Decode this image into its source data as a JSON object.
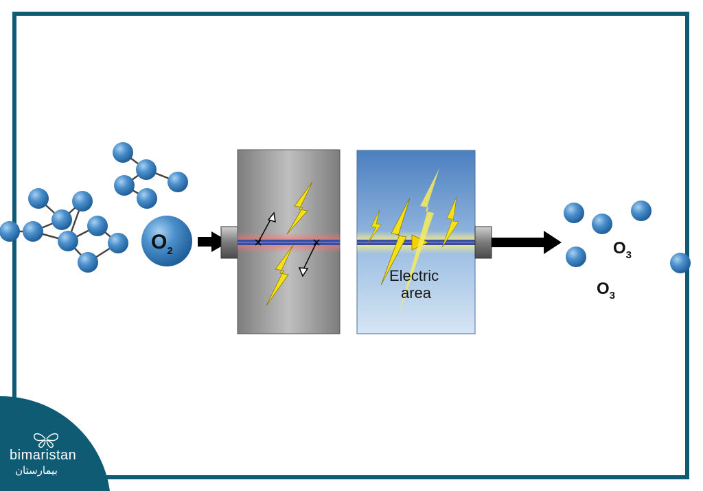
{
  "colors": {
    "frame": "#0f5b74",
    "molecule": "#3f85c4",
    "bolt": "#f5e11a",
    "chamber_gray": "#8a8a8a",
    "chamber_blue": "#6f97c9",
    "arrow": "#000000"
  },
  "labels": {
    "oxygen_main": "O",
    "oxygen_sub": "2",
    "ozone_1_main": "O",
    "ozone_1_sub": "3",
    "ozone_2_main": "O",
    "ozone_2_sub": "3",
    "electric_line1": "Electric",
    "electric_line2": "area"
  },
  "brand": {
    "name_latin": "bimaristan",
    "name_arabic": "بيمارستان",
    "logo_icon": "butterfly-icon"
  }
}
